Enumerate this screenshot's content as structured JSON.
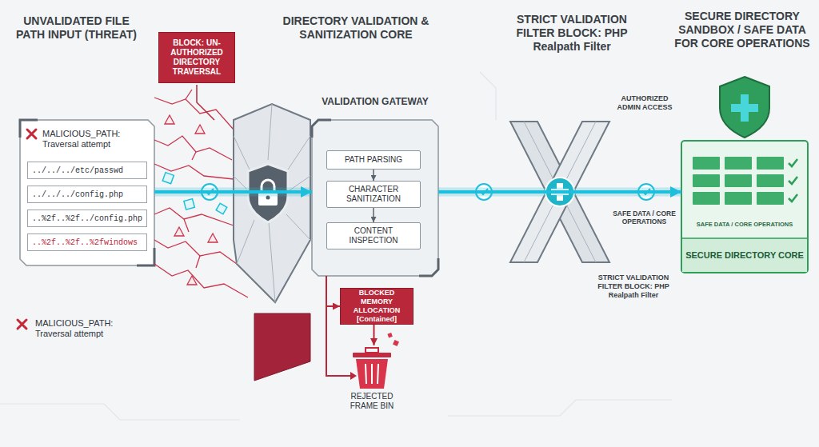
{
  "diagram": {
    "nodes": [
      {
        "text": [
          "MALICIOUS_PATH: Traversal attempt"
        ]
      },
      {
        "text": [
          "../../../etc/passwd"
        ],
        "in": 0
      },
      {
        "text": [
          "../../../config.php"
        ],
        "in": 0
      },
      {
        "text": [
          "..%2f..%2f../config.php"
        ],
        "in": 0
      },
      {
        "text": [
          "..%2f..%2f..%2fwindows"
        ],
        "in": 0
      },
      {
        "text": [
          "BLOCK: UN-AUTHORIZED DIRECTORY TRAVERSAL"
        ]
      },
      {
        "text": [
          "VALIDATION GATEWAY"
        ]
      },
      {
        "text": [
          "PATH PARSING"
        ],
        "in": 6
      },
      {
        "text": [
          "CHARACTER SANITIZATION"
        ],
        "in": 6
      },
      {
        "text": [
          "CONTENT INSPECTION"
        ],
        "in": 6
      },
      {
        "text": [
          "BLOCKED MEMORY ALLOCATION [Contained]"
        ]
      },
      {
        "text": [
          "REJECTED FRAME BIN"
        ]
      },
      {
        "text": [
          "SAFE DATA / CORE OPERATIONS",
          "SECURE DIRECTORY CORE"
        ]
      }
    ],
    "edges": [
      {
        "from": 0,
        "to": 6,
        "arrow": "to"
      },
      {
        "from": 6,
        "to": 12,
        "arrow": "to"
      },
      {
        "from": 6,
        "to": 10,
        "arrow": "to"
      },
      {
        "from": 10,
        "to": 11,
        "arrow": "to"
      },
      {
        "from": 7,
        "to": 8,
        "arrow": "to"
      },
      {
        "from": 8,
        "to": 9,
        "arrow": "to"
      }
    ],
    "labels": [
      "UNVALIDATED FILE PATH INPUT (THREAT)",
      "MALICIOUS_PATH: Traversal attempt",
      "DIRECTORY VALIDATION & SANITIZATION CORE",
      "STRICT VALIDATION FILTER BLOCK: PHP Realpath Filter",
      "AUTHORIZED ADMIN ACCESS",
      "SAFE DATA / CORE OPERATIONS",
      "STRICT VALIDATION FILTER BLOCK: PHP Realpath Filter",
      "SECURE DIRECTORY SANDBOX / SAFE DATA FOR CORE OPERATIONS"
    ]
  }
}
